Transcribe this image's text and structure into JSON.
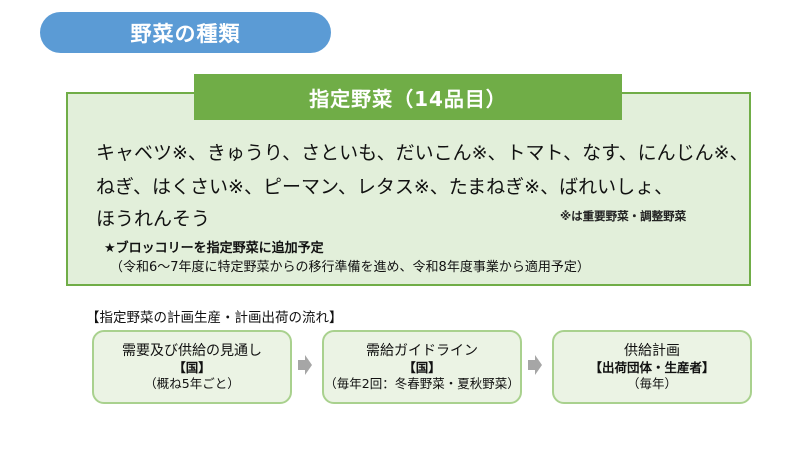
{
  "title": "野菜の種類",
  "designated": {
    "header": "指定野菜（14品目）",
    "lines": [
      "キャベツ※、きゅうり、さといも、だいこん※、トマト、なす、にんじん※、",
      "ねぎ、はくさい※、ピーマン、レタス※、たまねぎ※、ばれいしょ、",
      "ほうれんそう"
    ],
    "note": "※は重要野菜・調整野菜",
    "addition_title": "★ブロッコリーを指定野菜に追加予定",
    "addition_sub": "（令和6～7年度に特定野菜からの移行準備を進め、令和8年度事業から適用予定）"
  },
  "flow": {
    "heading": "【指定野菜の計画生産・計画出荷の流れ】",
    "steps": [
      {
        "line1": "需要及び供給の見通し",
        "line2": "【国】",
        "line3": "（概ね5年ごと）"
      },
      {
        "line1": "需給ガイドライン",
        "line2": "【国】",
        "line3": "（毎年2回：冬春野菜・夏秋野菜）"
      },
      {
        "line1": "供給計画",
        "line2": "【出荷団体・生産者】",
        "line3": "（毎年）"
      }
    ],
    "arrow_icon": "right-arrow-icon"
  },
  "colors": {
    "title_blue": "#5b9bd5",
    "header_green": "#70ad47",
    "box_fill": "#e2efda",
    "flow_border": "#a9d18e",
    "arrow_gray": "#a6a6a6"
  }
}
